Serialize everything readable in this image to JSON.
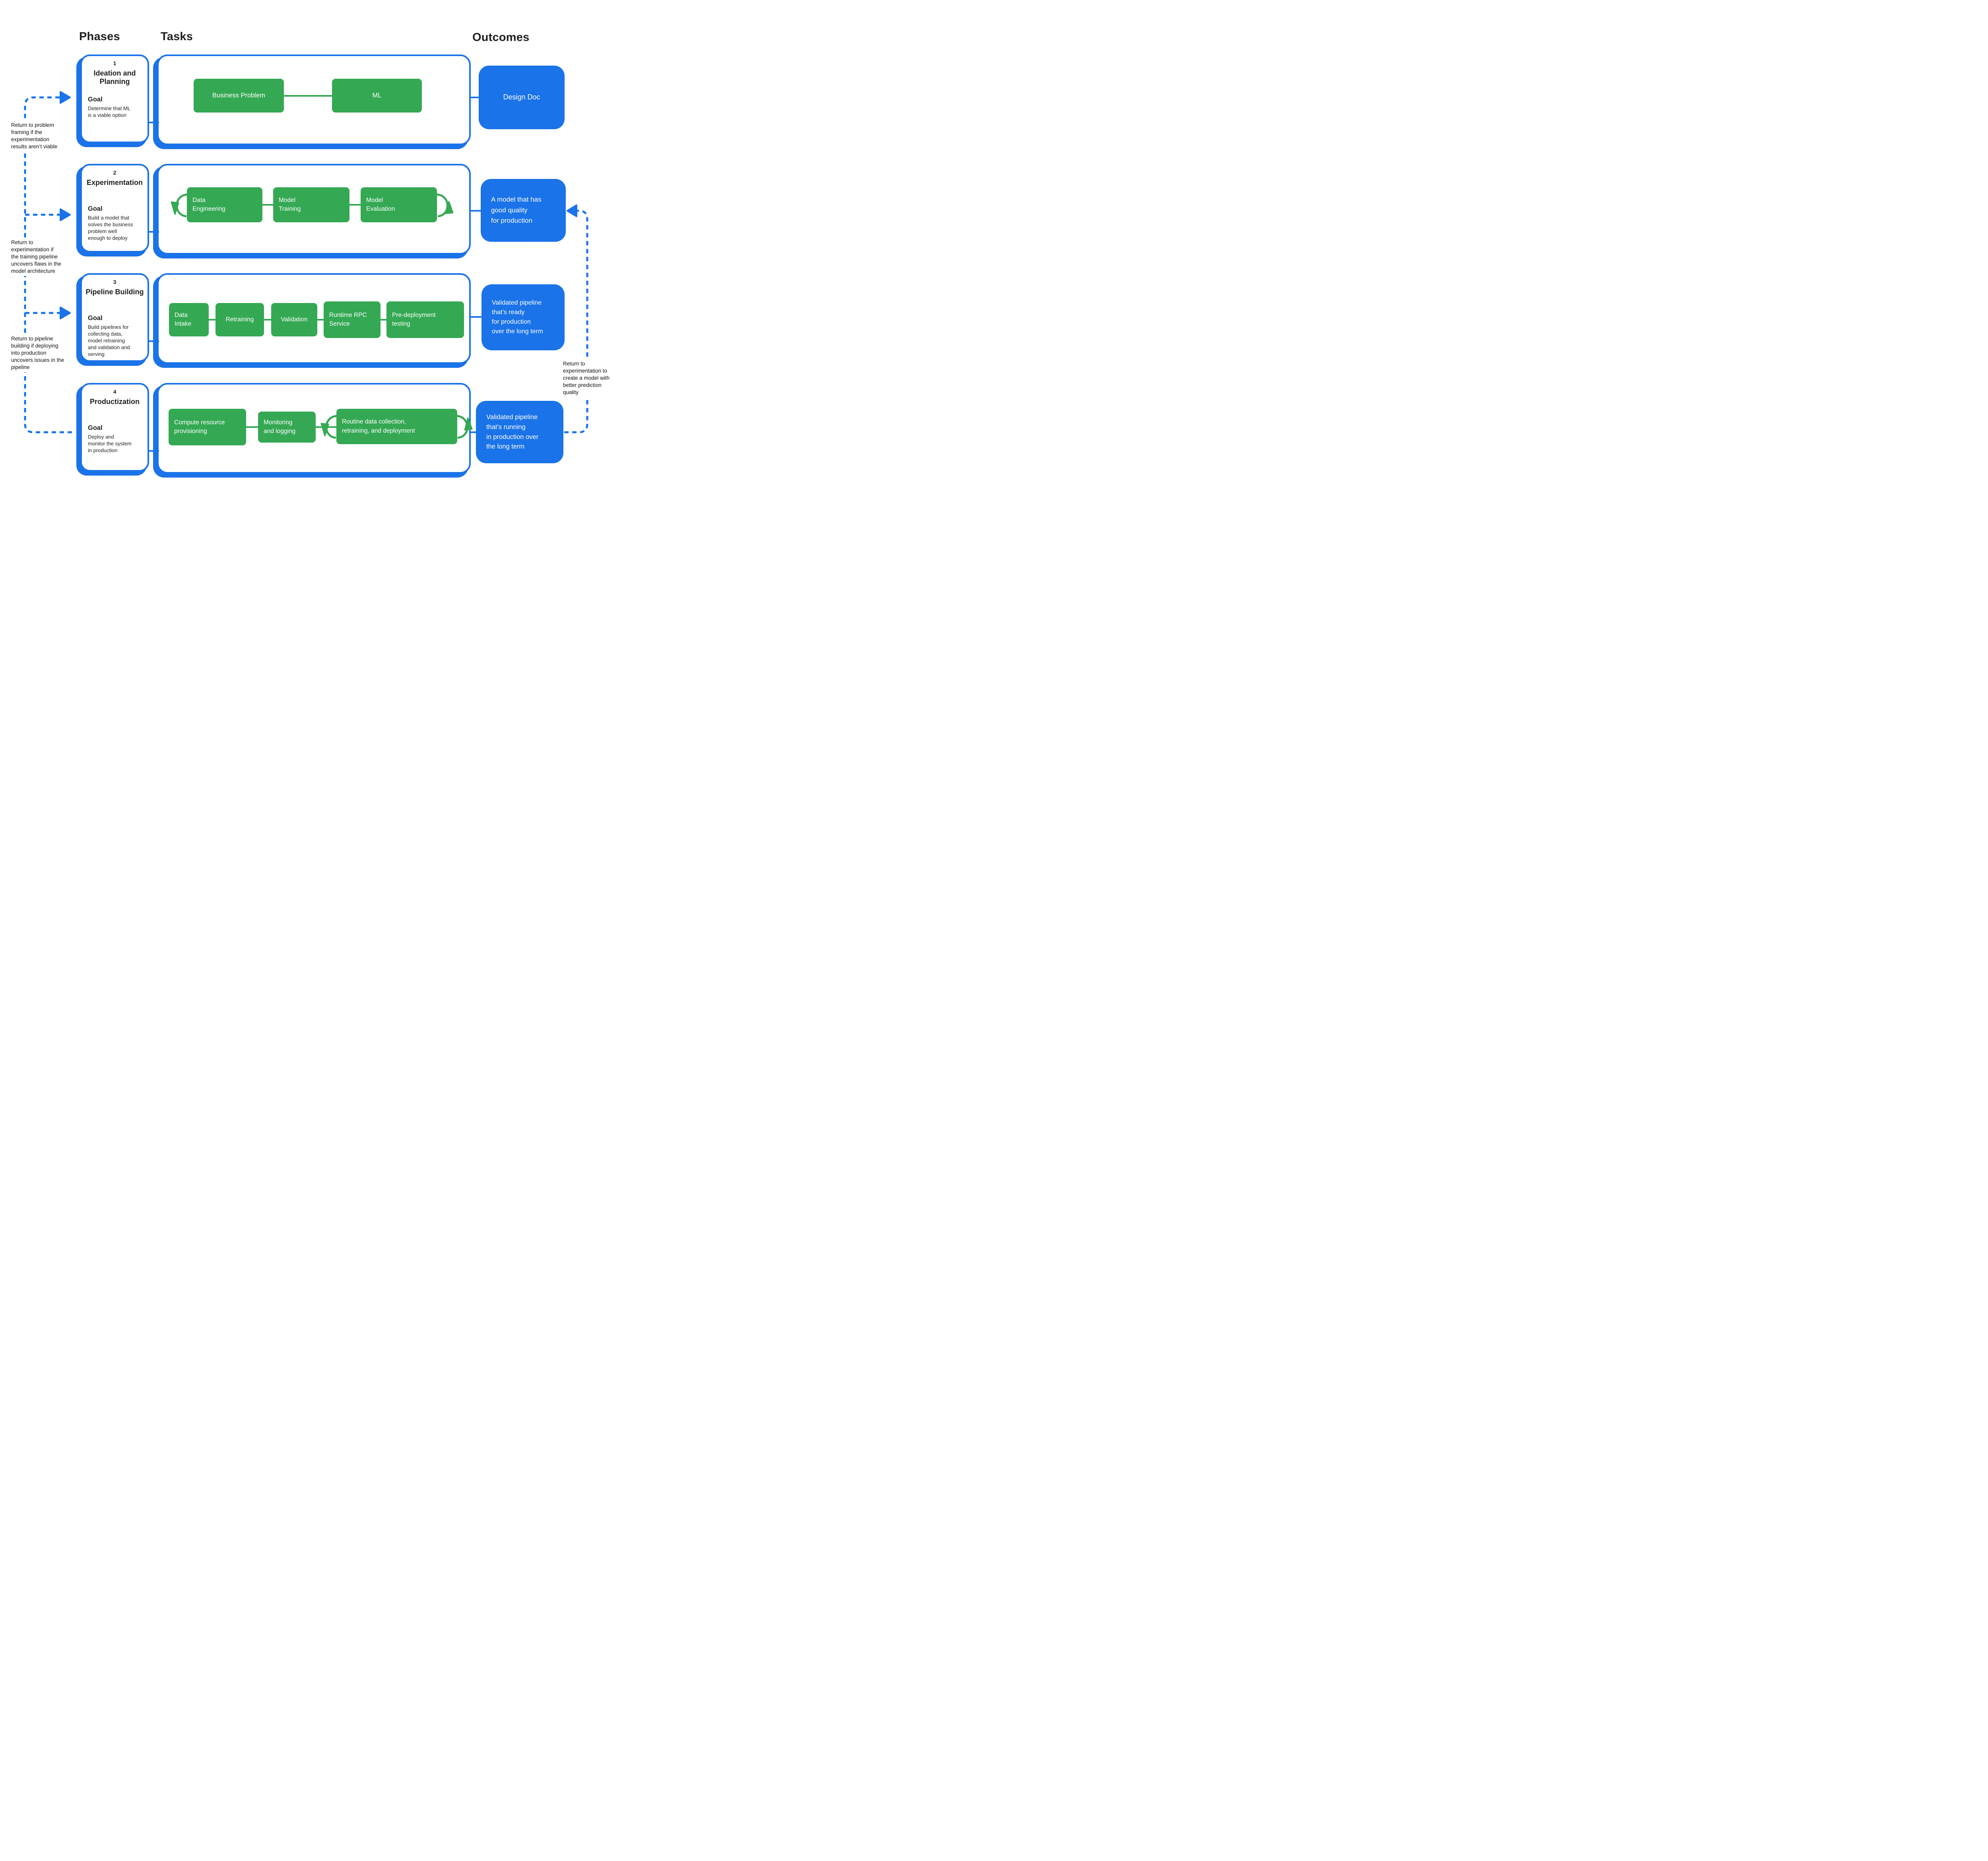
{
  "headers": {
    "phases": "Phases",
    "tasks": "Tasks",
    "outcomes": "Outcomes"
  },
  "colors": {
    "blue": "#1a73e8",
    "green": "#34a853",
    "text": "#1f1f1f"
  },
  "phases": [
    {
      "number": "1",
      "title": "Ideation and Planning",
      "goal_label": "Goal",
      "goal": "Determine that ML\nis a viable option"
    },
    {
      "number": "2",
      "title": "Experimentation",
      "goal_label": "Goal",
      "goal": "Build a model that\nsolves the business\nproblem well\nenough to deploy"
    },
    {
      "number": "3",
      "title": "Pipeline Building",
      "goal_label": "Goal",
      "goal": "Build pipelines for\ncollecting data,\nmodel retraining\nand validation and\nserving"
    },
    {
      "number": "4",
      "title": "Productization",
      "goal_label": "Goal",
      "goal": "Deploy and\nmonitor the system\nin production"
    }
  ],
  "tasks": {
    "row1": [
      {
        "label": "Business Problem"
      },
      {
        "label": "ML"
      }
    ],
    "row2": [
      {
        "label": "Data\nEngineering"
      },
      {
        "label": "Model\nTraining"
      },
      {
        "label": "Model\nEvaluation"
      }
    ],
    "row3": [
      {
        "label": "Data\nIntake"
      },
      {
        "label": "Retraining"
      },
      {
        "label": "Validation"
      },
      {
        "label": "Runtime RPC\nService"
      },
      {
        "label": "Pre-deployment\ntesting"
      }
    ],
    "row4": [
      {
        "label": "Compute resource\nprovisioning"
      },
      {
        "label": "Monitoring\nand logging"
      },
      {
        "label": "Routine data collection,\nretraining, and deployment"
      }
    ]
  },
  "outcomes": [
    {
      "label": "Design Doc"
    },
    {
      "label": "A model that has\ngood quality\nfor production"
    },
    {
      "label": "Validated pipeline\nthat’s ready\nfor production\nover the long term"
    },
    {
      "label": "Validated pipeline\nthat’s running\nin production over\nthe long term"
    }
  ],
  "annotations": [
    {
      "text": "Return to problem\nframing if the\nexperimentation\nresults aren’t viable"
    },
    {
      "text": "Return to\nexperimentation if\nthe training pipeline\nuncovers flaws in the\nmodel architecture"
    },
    {
      "text": "Return to pipeline\nbuilding if deploying\ninto production\nuncovers issues in the\npipeline"
    },
    {
      "text": "Return to\nexperimentation to\ncreate a model with\nbetter prediction\nquality"
    }
  ]
}
